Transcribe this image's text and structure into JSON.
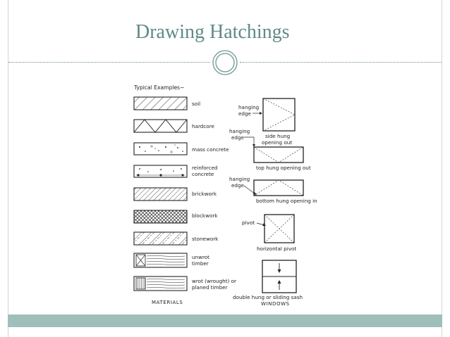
{
  "slide": {
    "title": "Drawing Hatchings"
  },
  "figure": {
    "heading": "Typical Examples~",
    "materials_caption": "MATERIALS",
    "windows_caption": "WINDOWS",
    "materials": {
      "soil": "soil",
      "hardcore": "hardcore",
      "mass_concrete": "mass concrete",
      "reinforced_1": "reinforced",
      "reinforced_2": "concrete",
      "brickwork": "brickwork",
      "blockwork": "blockwork",
      "stonework": "stonework",
      "unwrot_1": "unwrot",
      "unwrot_2": "timber",
      "wrot_1": "wrot (wrought) or",
      "wrot_2": "planed timber"
    },
    "windows": {
      "hanging_edge_1a": "hanging",
      "hanging_edge_1b": "edge",
      "side_hung_1": "side hung",
      "side_hung_2": "opening out",
      "hanging_edge_2a": "hanging",
      "hanging_edge_2b": "edge",
      "top_hung": "top hung  opening out",
      "hanging_edge_3a": "hanging",
      "hanging_edge_3b": "edge",
      "bottom_hung": "bottom hung  opening in",
      "pivot": "pivot",
      "horizontal_pivot": "horizontal pivot",
      "double_hung": "double hung or sliding sash"
    }
  }
}
